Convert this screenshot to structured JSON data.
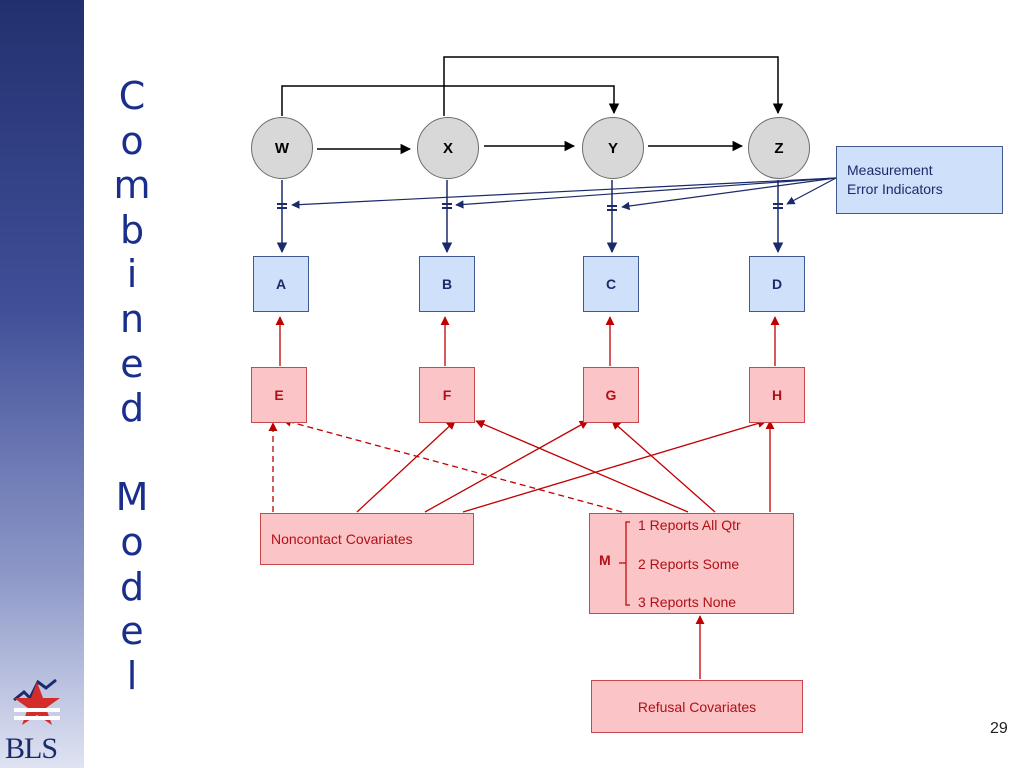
{
  "slide": {
    "title_letters": [
      "C",
      "o",
      "m",
      "b",
      "i",
      "n",
      "e",
      "d",
      "",
      "M",
      "o",
      "d",
      "e",
      "l"
    ],
    "page_number": "29",
    "logo_text": "BLS"
  },
  "nodes": {
    "latent": [
      "W",
      "X",
      "Y",
      "Z"
    ],
    "observed": [
      "A",
      "B",
      "C",
      "D"
    ],
    "pink": [
      "E",
      "F",
      "G",
      "H"
    ]
  },
  "measurement_box": {
    "line1": "Measurement",
    "line2": "Error Indicators"
  },
  "noncontact": "Noncontact Covariates",
  "m_box": {
    "label": "M",
    "options": [
      "1 Reports All Qtr",
      "2 Reports Some",
      "3 Reports None"
    ]
  },
  "refusal": "Refusal Covariates",
  "colors": {
    "navy": "#1a2a6a",
    "red": "#c00000",
    "blue_fill": "#cfe0fb",
    "pink_fill": "#fbc4c6",
    "title": "#1a2e8c"
  }
}
